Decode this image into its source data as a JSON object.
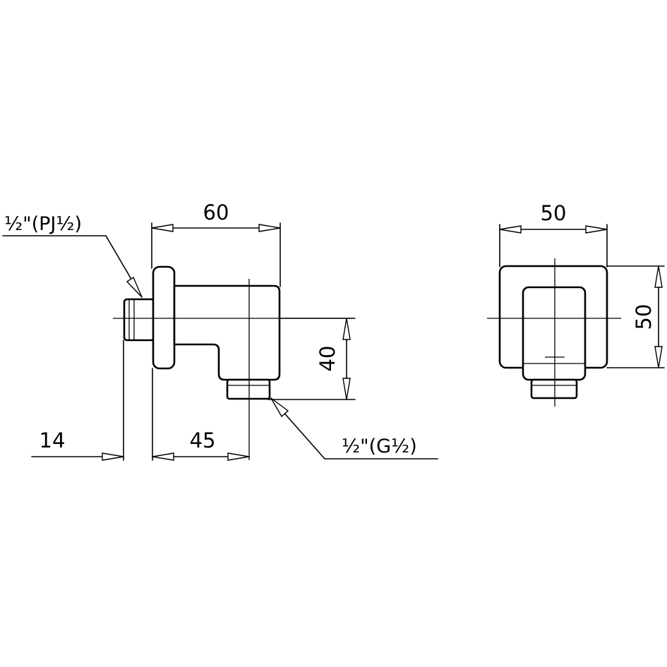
{
  "dimensions": {
    "side_width": "60",
    "side_height": "40",
    "wall_projection": "14",
    "outlet_offset": "45",
    "front_width": "50",
    "front_height": "50"
  },
  "labels": {
    "inlet_thread": "½\"(PJ½)",
    "outlet_thread": "½\"(G½)"
  }
}
